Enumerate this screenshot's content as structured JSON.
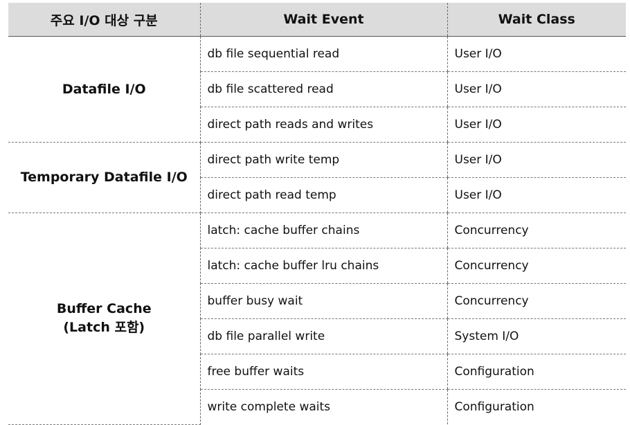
{
  "header": {
    "col1": "주요 I/O 대상 구분",
    "col2": "Wait Event",
    "col3": "Wait Class"
  },
  "groups": [
    {
      "label_lines": [
        "Datafile I/O"
      ],
      "rows": [
        {
          "event": "db file sequential read",
          "wait_class": "User I/O"
        },
        {
          "event": "db file scattered read",
          "wait_class": "User I/O"
        },
        {
          "event": "direct path reads and writes",
          "wait_class": "User I/O"
        }
      ]
    },
    {
      "label_lines": [
        "Temporary Datafile I/O"
      ],
      "rows": [
        {
          "event": "direct path write temp",
          "wait_class": "User I/O"
        },
        {
          "event": "direct path read temp",
          "wait_class": "User I/O"
        }
      ]
    },
    {
      "label_lines": [
        "Buffer Cache",
        "(Latch 포함)"
      ],
      "rows": [
        {
          "event": "latch: cache buffer chains",
          "wait_class": "Concurrency"
        },
        {
          "event": "latch: cache buffer lru chains",
          "wait_class": "Concurrency"
        },
        {
          "event": "buffer busy wait",
          "wait_class": "Concurrency"
        },
        {
          "event": "db file parallel write",
          "wait_class": "System I/O"
        },
        {
          "event": "free buffer waits",
          "wait_class": "Configuration"
        },
        {
          "event": "write complete waits",
          "wait_class": "Configuration"
        }
      ]
    }
  ]
}
